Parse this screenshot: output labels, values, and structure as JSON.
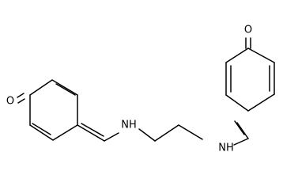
{
  "molecule": {
    "atoms": {
      "o_left": "O",
      "nh_left": "NH",
      "nh_right": "NH",
      "o_right": "O"
    },
    "colors": {
      "bond": "#000000",
      "label": "#000000",
      "background": "#ffffff"
    }
  }
}
